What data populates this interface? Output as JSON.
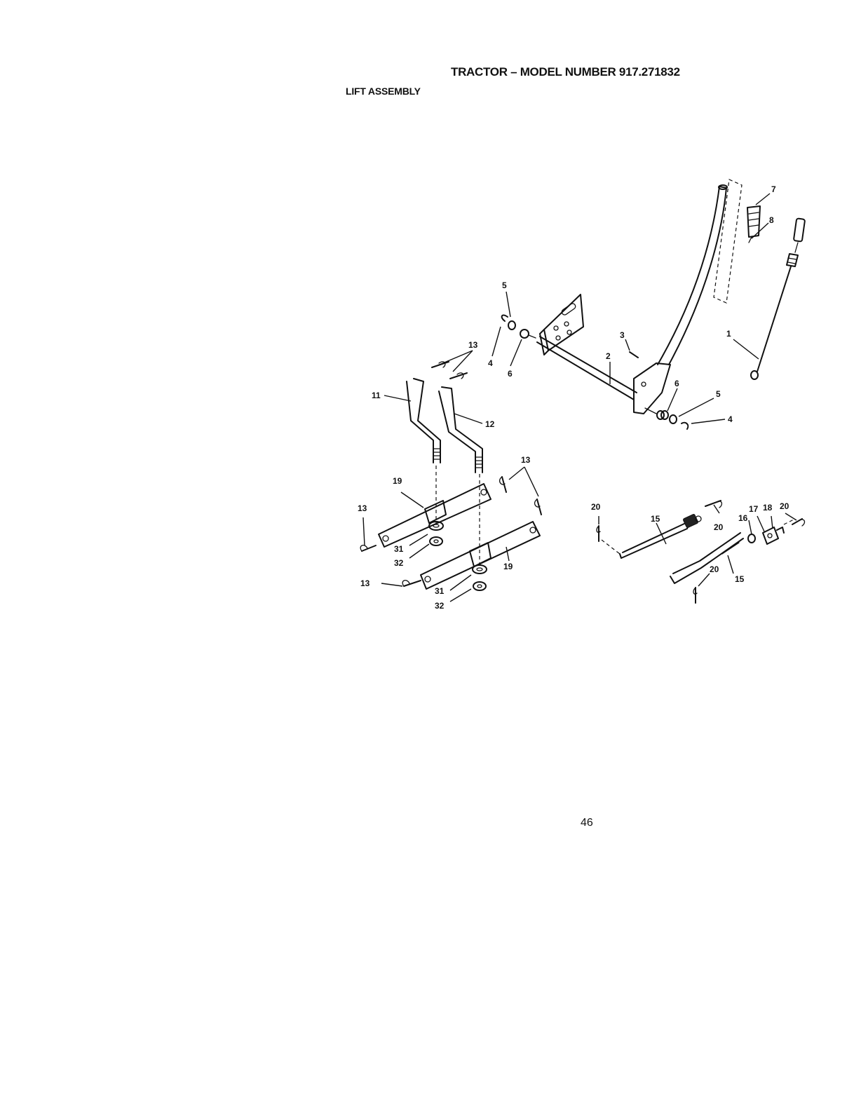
{
  "header": {
    "title": "TRACTOR – MODEL NUMBER 917.271832",
    "section": "LIFT ASSEMBLY"
  },
  "diagram": {
    "callouts": {
      "c1": "1",
      "c2": "2",
      "c3": "3",
      "c4a": "4",
      "c4b": "4",
      "c5a": "5",
      "c5b": "5",
      "c6a": "6",
      "c6b": "6",
      "c7": "7",
      "c8": "8",
      "c11": "11",
      "c12": "12",
      "c13a": "13",
      "c13b": "13",
      "c13c": "13",
      "c13d": "13",
      "c15a": "15",
      "c15b": "15",
      "c16": "16",
      "c17": "17",
      "c18": "18",
      "c19a": "19",
      "c19b": "19",
      "c20a": "20",
      "c20b": "20",
      "c20c": "20",
      "c20d": "20",
      "c31a": "31",
      "c31b": "31",
      "c32a": "32",
      "c32b": "32"
    }
  },
  "footer": {
    "page_number": "46"
  }
}
